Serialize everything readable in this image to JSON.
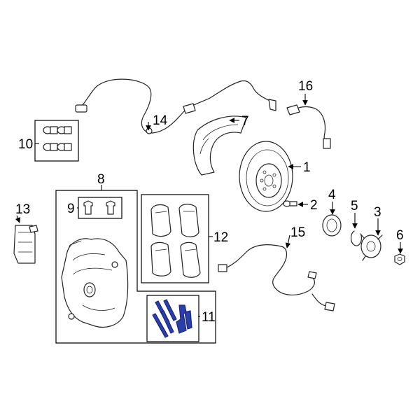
{
  "diagram": {
    "accent_color": "#2b3fa8",
    "callouts": {
      "c1": "1",
      "c2": "2",
      "c3": "3",
      "c4": "4",
      "c5": "5",
      "c6": "6",
      "c7": "7",
      "c8": "8",
      "c9": "9",
      "c10": "10",
      "c11": "11",
      "c12": "12",
      "c13": "13",
      "c14": "14",
      "c15": "15",
      "c16": "16"
    }
  }
}
